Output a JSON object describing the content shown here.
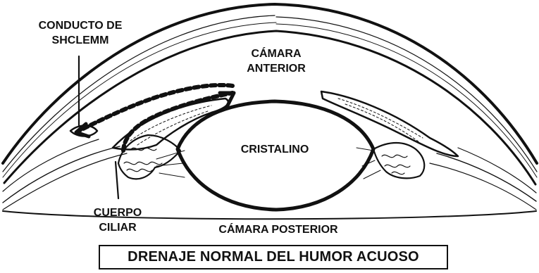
{
  "labels": {
    "schlemm_line1": "CONDUCTO DE",
    "schlemm_line2": "SHCLEMM",
    "anterior_line1": "CÁMARA",
    "anterior_line2": "ANTERIOR",
    "lens": "CRISTALINO",
    "ciliary_line1": "CUERPO",
    "ciliary_line2": "CILIAR",
    "posterior": "CÁMARA POSTERIOR"
  },
  "title": "DRENAJE NORMAL DEL HUMOR ACUOSO",
  "colors": {
    "ink": "#111111",
    "background": "#ffffff"
  }
}
